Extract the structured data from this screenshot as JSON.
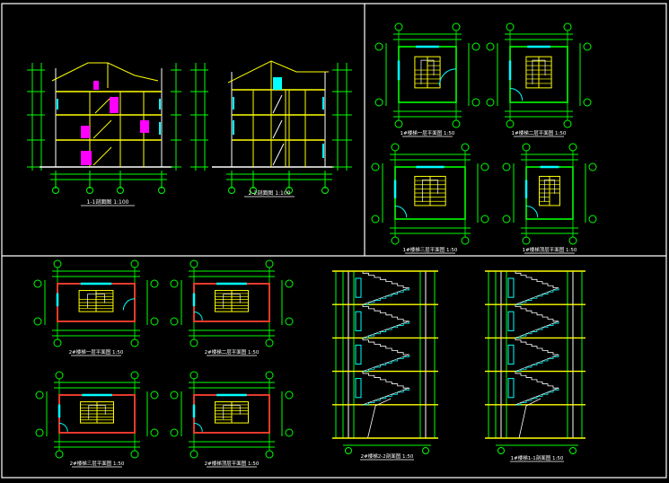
{
  "sheet": {
    "background": "#000000",
    "frame_color": "#ffffff"
  },
  "colors": {
    "wall": "#00ff00",
    "stair": "#ffff00",
    "accent": "#ff00ff",
    "window": "#00ffff",
    "axis": "#ffffff",
    "dim": "#00ff00",
    "red": "#ff3030"
  },
  "drawings": {
    "section_1_1": {
      "title": "1-1剖面图 1:100"
    },
    "section_2_2": {
      "title": "2-2剖面图 1:100"
    },
    "stair1_plan1": {
      "title": "1#楼梯一层平面图 1:50"
    },
    "stair1_plan2": {
      "title": "1#楼梯二层平面图 1:50"
    },
    "stair1_plan3": {
      "title": "1#楼梯三层平面图 1:50"
    },
    "stair1_plan4": {
      "title": "1#楼梯顶层平面图 1:50"
    },
    "stair2_plan1": {
      "title": "2#楼梯一层平面图 1:50"
    },
    "stair2_plan2": {
      "title": "2#楼梯二层平面图 1:50"
    },
    "stair2_plan3": {
      "title": "2#楼梯三层平面图 1:50"
    },
    "stair2_plan4": {
      "title": "2#楼梯顶层平面图 1:50"
    },
    "stair2_section": {
      "title": "2#楼梯2-2剖面图 1:50"
    },
    "stair1_section": {
      "title": "1#楼梯1-1剖面图 1:50"
    }
  }
}
